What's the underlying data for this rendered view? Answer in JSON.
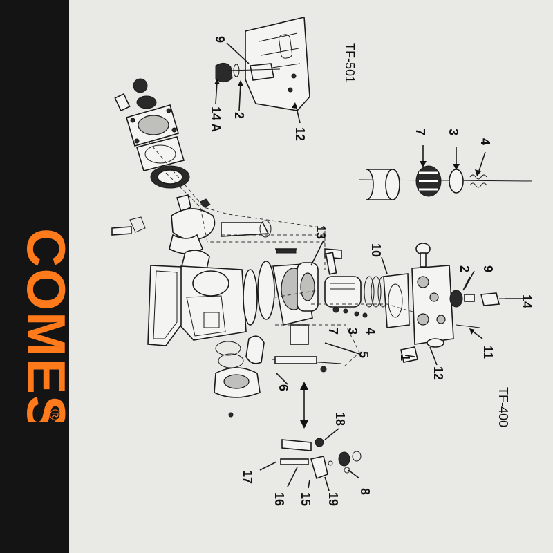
{
  "brand": {
    "name": "COMESA",
    "registered_mark": "®",
    "accent": "#ff7a1a"
  },
  "models": {
    "upper": "TF-501",
    "lower": "TF-400"
  },
  "callouts": {
    "c9a": "9",
    "c2a": "2",
    "c14A": "14 A",
    "c12a": "12",
    "c7a": "7",
    "c3a": "3",
    "c4a": "4",
    "c13": "13",
    "c10": "10",
    "c2b": "2",
    "c9b": "9",
    "c14": "14",
    "c11": "11",
    "c12b": "12",
    "c1": "1",
    "c7b": "7",
    "c3b": "3",
    "c4b": "4",
    "c5": "5",
    "c6": "6",
    "c18": "18",
    "c8": "8",
    "c19": "19",
    "c15": "15",
    "c16": "16",
    "c17": "17"
  }
}
